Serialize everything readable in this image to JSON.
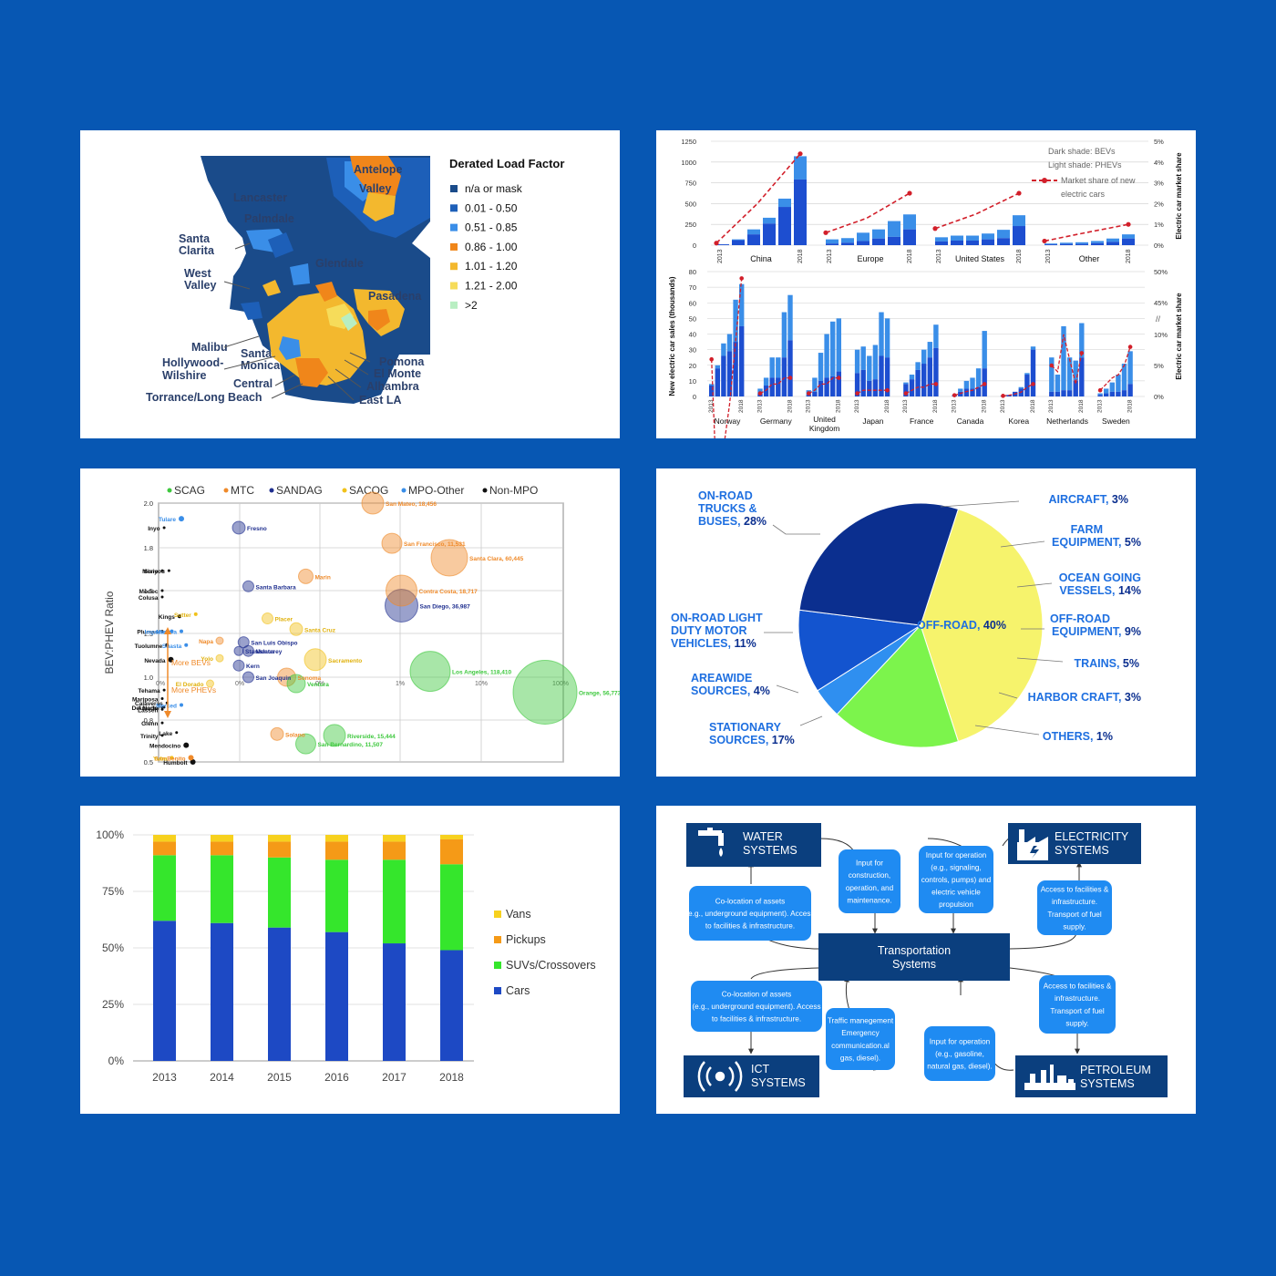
{
  "map": {
    "title": "Derated Load Factor",
    "legend": [
      {
        "label": "n/a or mask",
        "color": "#1a4b8a"
      },
      {
        "label": "0.01 - 0.50",
        "color": "#1d5fb8"
      },
      {
        "label": "0.51 - 0.85",
        "color": "#3a8ee8"
      },
      {
        "label": "0.86 - 1.00",
        "color": "#f0861a"
      },
      {
        "label": "1.01 - 1.20",
        "color": "#f3b82e"
      },
      {
        "label": "1.21 - 2.00",
        "color": "#f6dc5a"
      },
      {
        "label": ">2",
        "color": "#b8eec2"
      }
    ],
    "region_labels": [
      "Antelope",
      "Valley",
      "Lancaster",
      "Palmdale",
      "Santa",
      "Clarita",
      "West",
      "Valley",
      "Glendale",
      "Pasadena",
      "Malibu",
      "Santa",
      "Monica",
      "Hollywood-",
      "Wilshire",
      "Central",
      "Torrance/Long Beach",
      "Pomona",
      "El Monte",
      "Alhambra",
      "East LA"
    ]
  },
  "chart_data": [
    {
      "type": "bar",
      "title": "",
      "ylabel": "",
      "y2label": "Electric car market share",
      "ylim": [
        0,
        1250
      ],
      "y2lim": [
        0,
        5
      ],
      "yticks": [
        "0",
        "250",
        "500",
        "750",
        "1000",
        "1250"
      ],
      "y2ticks": [
        "0%",
        "1%",
        "2%",
        "3%",
        "4%",
        "5%"
      ],
      "groups": [
        "China",
        "Europe",
        "United States",
        "Other"
      ],
      "year_labels": [
        "2013",
        "2018"
      ],
      "bevs": [
        [
          10,
          60,
          130,
          260,
          460,
          790
        ],
        [
          20,
          30,
          50,
          80,
          100,
          190
        ],
        [
          45,
          55,
          55,
          70,
          85,
          230
        ],
        [
          10,
          15,
          15,
          25,
          40,
          80
        ]
      ],
      "phevs": [
        [
          2,
          10,
          60,
          70,
          100,
          280
        ],
        [
          50,
          55,
          100,
          110,
          190,
          180
        ],
        [
          50,
          60,
          60,
          70,
          100,
          130
        ],
        [
          10,
          15,
          20,
          25,
          40,
          50
        ]
      ],
      "share": [
        [
          0.1,
          2.0,
          4.4
        ],
        [
          0.6,
          1.3,
          2.5
        ],
        [
          0.8,
          1.5,
          2.5
        ],
        [
          0.2,
          0.6,
          1.0
        ]
      ],
      "legend_notes": [
        "Dark shade: BEVs",
        "Light shade: PHEVs"
      ],
      "legend_line": "Market share of new electric cars"
    },
    {
      "type": "bar",
      "title": "",
      "ylabel": "New electric car sales (thousands)",
      "y2label": "Electric car market share",
      "ylim": [
        0,
        80
      ],
      "yticks": [
        "0",
        "10",
        "20",
        "30",
        "40",
        "50",
        "60",
        "70",
        "80"
      ],
      "y2ticks": [
        "0%",
        "5%",
        "10%",
        "45%",
        "50%"
      ],
      "countries": [
        "Norway",
        "Germany",
        "United Kingdom",
        "Japan",
        "France",
        "Canada",
        "Korea",
        "Netherlands",
        "Sweden"
      ],
      "year_labels": [
        "2013",
        "2018"
      ],
      "totals": [
        [
          8,
          20,
          34,
          40,
          62,
          72
        ],
        [
          5,
          12,
          25,
          25,
          54,
          65
        ],
        [
          4,
          12,
          28,
          40,
          48,
          50
        ],
        [
          30,
          32,
          26,
          33,
          54,
          50
        ],
        [
          9,
          14,
          22,
          30,
          35,
          46
        ],
        [
          1,
          5,
          10,
          12,
          18,
          42
        ],
        [
          0.5,
          1,
          3,
          6,
          15,
          32
        ],
        [
          25,
          14,
          45,
          25,
          23,
          47
        ],
        [
          2,
          5,
          9,
          14,
          21,
          29
        ]
      ],
      "bevs": [
        [
          7,
          18,
          26,
          29,
          35,
          45
        ],
        [
          2,
          7,
          12,
          12,
          25,
          36
        ],
        [
          1,
          3,
          10,
          12,
          13,
          16
        ],
        [
          15,
          17,
          10,
          11,
          26,
          25
        ],
        [
          8,
          11,
          17,
          21,
          25,
          31
        ],
        [
          0.5,
          3,
          5,
          5,
          6,
          18
        ],
        [
          0.5,
          1,
          3,
          5,
          14,
          30
        ],
        [
          3,
          3,
          4,
          4,
          10,
          25
        ],
        [
          1,
          2,
          3,
          3,
          4,
          8
        ]
      ],
      "share": [
        [
          6,
          12,
          22,
          29,
          39,
          49
        ],
        [
          0.5,
          1,
          2,
          2,
          3,
          3
        ],
        [
          0.5,
          1,
          2,
          2,
          3,
          3
        ],
        [
          0.5,
          1,
          1,
          1,
          1,
          1
        ],
        [
          0.5,
          1,
          1.5,
          1.5,
          2,
          2
        ],
        [
          0.2,
          0.5,
          0.8,
          1,
          1.5,
          2
        ],
        [
          0.1,
          0.2,
          0.4,
          0.7,
          1.5,
          2
        ],
        [
          5,
          4,
          10,
          6,
          2,
          7
        ],
        [
          1,
          2,
          3,
          3.5,
          5,
          8
        ]
      ]
    },
    {
      "type": "scatter",
      "title": "",
      "ylabel": "BEV:PHEV Ratio",
      "legend": [
        "SCAG",
        "MTC",
        "SANDAG",
        "SACOG",
        "MPO-Other",
        "Non-MPO"
      ],
      "legend_colors": [
        "#3ec83e",
        "#ef8a2a",
        "#1f2f8f",
        "#f1c21b",
        "#3a8ee8",
        "#111111"
      ],
      "yticks": [
        "0.5",
        "0.8",
        "1.0",
        "1.3",
        "1.5",
        "1.8",
        "2.0"
      ],
      "xticks": [
        "0%",
        "0%",
        "0%",
        "1%",
        "10%",
        "100%"
      ],
      "annotations": [
        "More BEVs",
        "More PHEVs"
      ],
      "points": [
        {
          "label": "Inyo",
          "x": 0.02,
          "y": 1.89,
          "group": "Non-MPO",
          "r": 1.5
        },
        {
          "label": "Sisiyou",
          "x": 0.07,
          "y": 1.64,
          "group": "Non-MPO",
          "r": 1.5
        },
        {
          "label": "Mono",
          "x": 0.0,
          "y": 1.64,
          "group": "Non-MPO",
          "r": 1.5
        },
        {
          "label": "Modoc",
          "x": 0.0,
          "y": 1.5,
          "group": "Non-MPO",
          "r": 1.5
        },
        {
          "label": "Colusa",
          "x": 0.0,
          "y": 1.47,
          "group": "Non-MPO",
          "r": 1.5
        },
        {
          "label": "Plumas",
          "x": 0.0,
          "y": 1.31,
          "group": "Non-MPO",
          "r": 1.5
        },
        {
          "label": "Tuolumne",
          "x": 0.05,
          "y": 1.22,
          "group": "Non-MPO",
          "r": 2
        },
        {
          "label": "Nevada",
          "x": 0.09,
          "y": 1.12,
          "group": "Non-MPO",
          "r": 3
        },
        {
          "label": "Kings",
          "x": 0.18,
          "y": 1.38,
          "group": "Non-MPO",
          "r": 2
        },
        {
          "label": "Tehama",
          "x": 0.02,
          "y": 0.94,
          "group": "Non-MPO",
          "r": 1.5
        },
        {
          "label": "Mariposa",
          "x": 0.0,
          "y": 0.9,
          "group": "Non-MPO",
          "r": 1.5
        },
        {
          "label": "Calaveras",
          "x": 0.05,
          "y": 0.88,
          "group": "Non-MPO",
          "r": 1.5
        },
        {
          "label": "Del Norte",
          "x": 0.0,
          "y": 0.86,
          "group": "Non-MPO",
          "r": 1.5
        },
        {
          "label": "Amador",
          "x": 0.02,
          "y": 0.86,
          "group": "Non-MPO",
          "r": 1.5
        },
        {
          "label": "Lassen",
          "x": 0.0,
          "y": 0.85,
          "group": "Non-MPO",
          "r": 1.5
        },
        {
          "label": "Glenn",
          "x": 0.0,
          "y": 0.78,
          "group": "Non-MPO",
          "r": 1.5
        },
        {
          "label": "Trinity",
          "x": 0.0,
          "y": 0.69,
          "group": "Non-MPO",
          "r": 1.5
        },
        {
          "label": "Lake",
          "x": 0.15,
          "y": 0.71,
          "group": "Non-MPO",
          "r": 1.5
        },
        {
          "label": "Mendocino",
          "x": 0.25,
          "y": 0.62,
          "group": "Non-MPO",
          "r": 3
        },
        {
          "label": "Humbolt",
          "x": 0.32,
          "y": 0.49,
          "group": "Non-MPO",
          "r": 3
        },
        {
          "label": "Tulare",
          "x": 0.2,
          "y": 1.93,
          "group": "MPO-Other",
          "r": 3
        },
        {
          "label": "Fresno",
          "x": 0.8,
          "y": 1.89,
          "group": "SANDAG",
          "r": 7
        },
        {
          "label": "Imperial",
          "x": 0.1,
          "y": 1.31,
          "group": "MPO-Other",
          "r": 2
        },
        {
          "label": "Madera",
          "x": 0.2,
          "y": 1.31,
          "group": "MPO-Other",
          "r": 2
        },
        {
          "label": "Shasta",
          "x": 0.25,
          "y": 1.22,
          "group": "MPO-Other",
          "r": 2
        },
        {
          "label": "Merced",
          "x": 0.2,
          "y": 0.87,
          "group": "MPO-Other",
          "r": 2
        },
        {
          "label": "Santa Barbara",
          "x": 0.9,
          "y": 1.53,
          "group": "SANDAG",
          "r": 6
        },
        {
          "label": "Stanislaus",
          "x": 0.8,
          "y": 1.18,
          "group": "SANDAG",
          "r": 5
        },
        {
          "label": "San Luis Obispo",
          "x": 0.85,
          "y": 1.24,
          "group": "SANDAG",
          "r": 6
        },
        {
          "label": "Monterey",
          "x": 0.9,
          "y": 1.18,
          "group": "SANDAG",
          "r": 6
        },
        {
          "label": "Kern",
          "x": 0.8,
          "y": 1.08,
          "group": "SANDAG",
          "r": 6
        },
        {
          "label": "San Joaquin",
          "x": 0.9,
          "y": 1.0,
          "group": "SANDAG",
          "r": 6
        },
        {
          "label": "San Diego, 36,987",
          "x": 2.5,
          "y": 1.43,
          "group": "SANDAG",
          "r": 18
        },
        {
          "label": "San Mateo, 18,456",
          "x": 2.2,
          "y": 2.0,
          "group": "MTC",
          "r": 12
        },
        {
          "label": "Santa Clara, 60,445",
          "x": 3.0,
          "y": 1.73,
          "group": "MTC",
          "r": 20
        },
        {
          "label": "San Francisco, 11,531",
          "x": 2.4,
          "y": 1.82,
          "group": "MTC",
          "r": 11
        },
        {
          "label": "Marin",
          "x": 1.5,
          "y": 1.6,
          "group": "MTC",
          "r": 8
        },
        {
          "label": "Contra Costa, 18,717",
          "x": 2.5,
          "y": 1.5,
          "group": "MTC",
          "r": 17
        },
        {
          "label": "Napa",
          "x": 0.6,
          "y": 1.25,
          "group": "MTC",
          "r": 4
        },
        {
          "label": "Solano",
          "x": 1.2,
          "y": 0.7,
          "group": "MTC",
          "r": 7
        },
        {
          "label": "San Benito",
          "x": 0.3,
          "y": 0.53,
          "group": "MTC",
          "r": 3
        },
        {
          "label": "Sonoma",
          "x": 1.3,
          "y": 1.0,
          "group": "MTC",
          "r": 10
        },
        {
          "label": "Sutter",
          "x": 0.35,
          "y": 1.39,
          "group": "SACOG",
          "r": 2
        },
        {
          "label": "Placer",
          "x": 1.1,
          "y": 1.37,
          "group": "SACOG",
          "r": 6
        },
        {
          "label": "Santa Cruz",
          "x": 1.4,
          "y": 1.32,
          "group": "SACOG",
          "r": 7
        },
        {
          "label": "Sacramento",
          "x": 1.6,
          "y": 1.12,
          "group": "SACOG",
          "r": 12
        },
        {
          "label": "Yolo",
          "x": 0.6,
          "y": 1.13,
          "group": "SACOG",
          "r": 4
        },
        {
          "label": "El Dorado",
          "x": 0.5,
          "y": 0.97,
          "group": "SACOG",
          "r": 4
        },
        {
          "label": "Yuba",
          "x": 0.1,
          "y": 0.53,
          "group": "SACOG",
          "r": 2
        },
        {
          "label": "Ventura",
          "x": 1.4,
          "y": 0.97,
          "group": "SCAG",
          "r": 10
        },
        {
          "label": "Orange, 56,773",
          "x": 4.0,
          "y": 0.93,
          "group": "SCAG",
          "r": 35
        },
        {
          "label": "Los Angeles, 118,410",
          "x": 2.8,
          "y": 1.04,
          "group": "SCAG",
          "r": 22
        },
        {
          "label": "Riverside, 15,444",
          "x": 1.8,
          "y": 0.69,
          "group": "SCAG",
          "r": 12
        },
        {
          "label": "San Bernardino, 11,507",
          "x": 1.5,
          "y": 0.63,
          "group": "SCAG",
          "r": 11
        }
      ]
    },
    {
      "type": "pie",
      "title": "",
      "slices": [
        {
          "label": "OFF-ROAD",
          "value": 40,
          "color": "#f6f36c"
        },
        {
          "label": "STATIONARY SOURCES",
          "value": 17,
          "color": "#7cf44c"
        },
        {
          "label": "AREAWIDE SOURCES",
          "value": 4,
          "color": "#2f8ff0"
        },
        {
          "label": "ON-ROAD LIGHT DUTY MOTOR VEHICLES",
          "value": 11,
          "color": "#1354cf"
        },
        {
          "label": "ON-ROAD TRUCKS & BUSES",
          "value": 28,
          "color": "#0b2f8f"
        }
      ],
      "center_label": "OFF-ROAD, 40%",
      "offroad_breakdown": [
        "AIRCRAFT, 3%",
        "FARM EQUIPMENT, 5%",
        "OCEAN GOING VESSELS, 14%",
        "OFF-ROAD EQUIPMENT, 9%",
        "TRAINS, 5%",
        "HARBOR CRAFT, 3%",
        "OTHERS, 1%"
      ]
    },
    {
      "type": "bar",
      "title": "",
      "stacked": true,
      "categories": [
        "2013",
        "2014",
        "2015",
        "2016",
        "2017",
        "2018"
      ],
      "yticks": [
        "0%",
        "25%",
        "50%",
        "75%",
        "100%"
      ],
      "ylim": [
        0,
        100
      ],
      "series": [
        {
          "name": "Cars",
          "color": "#1d49c4",
          "values": [
            62,
            61,
            59,
            57,
            52,
            49
          ]
        },
        {
          "name": "SUVs/Crossovers",
          "color": "#35e62c",
          "values": [
            29,
            30,
            31,
            32,
            37,
            38
          ]
        },
        {
          "name": "Pickups",
          "color": "#f59a17",
          "values": [
            6,
            6,
            7,
            8,
            8,
            11
          ]
        },
        {
          "name": "Vans",
          "color": "#f7d11e",
          "values": [
            3,
            3,
            3,
            3,
            3,
            2
          ]
        }
      ]
    }
  ],
  "diagram": {
    "center": "Transportation Systems",
    "systems": {
      "water": [
        "WATER",
        "SYSTEMS"
      ],
      "electricity": [
        "ELECTRICITY",
        "SYSTEMS"
      ],
      "ict": [
        "ICT",
        "SYSTEMS"
      ],
      "petroleum": [
        "PETROLEUM",
        "SYSTEMS"
      ]
    },
    "notes": {
      "water_colocation": "Co-location of assets (e.g., underground equipment). Access to facilities & infrastructure.",
      "water_input": "Input for construction, operation, and maintenance.",
      "elec_input": "Input for operation (e.g., signaling, controls, pumps) and electric vehicle propulsion",
      "elec_access": "Access to facilities & infrastructure. Transport of fuel supply.",
      "ict_colocation": "Co-location of assets (e.g., underground equipment). Access to facilities & infrastructure.",
      "ict_traffic": "Traffic manegement Emergency communication.al gas, diesel).",
      "pet_input": "Input for operation (e.g., gasoline, natural gas, diesel).",
      "pet_access": "Access to facilities & infrastructure. Transport of fuel supply."
    }
  }
}
